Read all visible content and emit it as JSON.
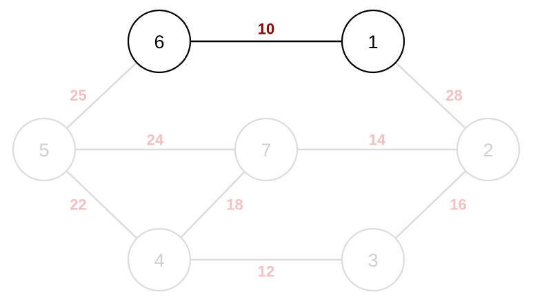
{
  "colors": {
    "active_edge": "#000000",
    "inactive_edge": "#dcdcdc",
    "active_node_stroke": "#000000",
    "inactive_node_stroke": "#dcdcdc",
    "active_node_text": "#000000",
    "inactive_node_text": "#d0d0d0",
    "active_weight": "#8b0000",
    "inactive_weight": "#f2c2c2"
  },
  "graph": {
    "nodes": [
      {
        "id": "6",
        "label": "6",
        "active": true
      },
      {
        "id": "1",
        "label": "1",
        "active": true
      },
      {
        "id": "5",
        "label": "5",
        "active": false
      },
      {
        "id": "7",
        "label": "7",
        "active": false
      },
      {
        "id": "2",
        "label": "2",
        "active": false
      },
      {
        "id": "4",
        "label": "4",
        "active": false
      },
      {
        "id": "3",
        "label": "3",
        "active": false
      }
    ],
    "edges": [
      {
        "from": "6",
        "to": "1",
        "weight": "10",
        "active": true
      },
      {
        "from": "6",
        "to": "5",
        "weight": "25",
        "active": false
      },
      {
        "from": "1",
        "to": "2",
        "weight": "28",
        "active": false
      },
      {
        "from": "5",
        "to": "7",
        "weight": "24",
        "active": false
      },
      {
        "from": "7",
        "to": "2",
        "weight": "14",
        "active": false
      },
      {
        "from": "5",
        "to": "4",
        "weight": "22",
        "active": false
      },
      {
        "from": "7",
        "to": "4",
        "weight": "18",
        "active": false
      },
      {
        "from": "2",
        "to": "3",
        "weight": "16",
        "active": false
      },
      {
        "from": "4",
        "to": "3",
        "weight": "12",
        "active": false
      }
    ]
  }
}
